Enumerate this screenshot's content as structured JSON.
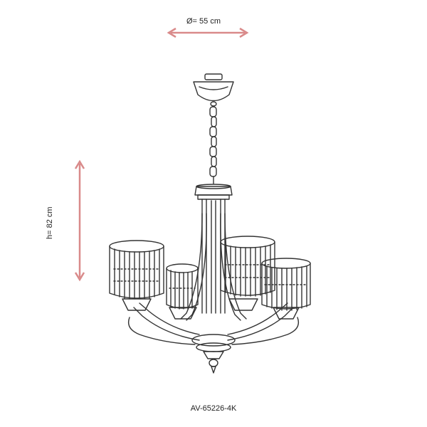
{
  "dimensions": {
    "width_label": "Ø= 55 cm",
    "height_label": "h= 82 cm",
    "arrow_color": "#d98a8a"
  },
  "product": {
    "model": "AV-65226-4K",
    "line_color": "#333333"
  },
  "icons": {
    "width_arrow": "double-arrow-horizontal-icon",
    "height_arrow": "double-arrow-vertical-icon",
    "chandelier": "chandelier-drawing-icon"
  }
}
